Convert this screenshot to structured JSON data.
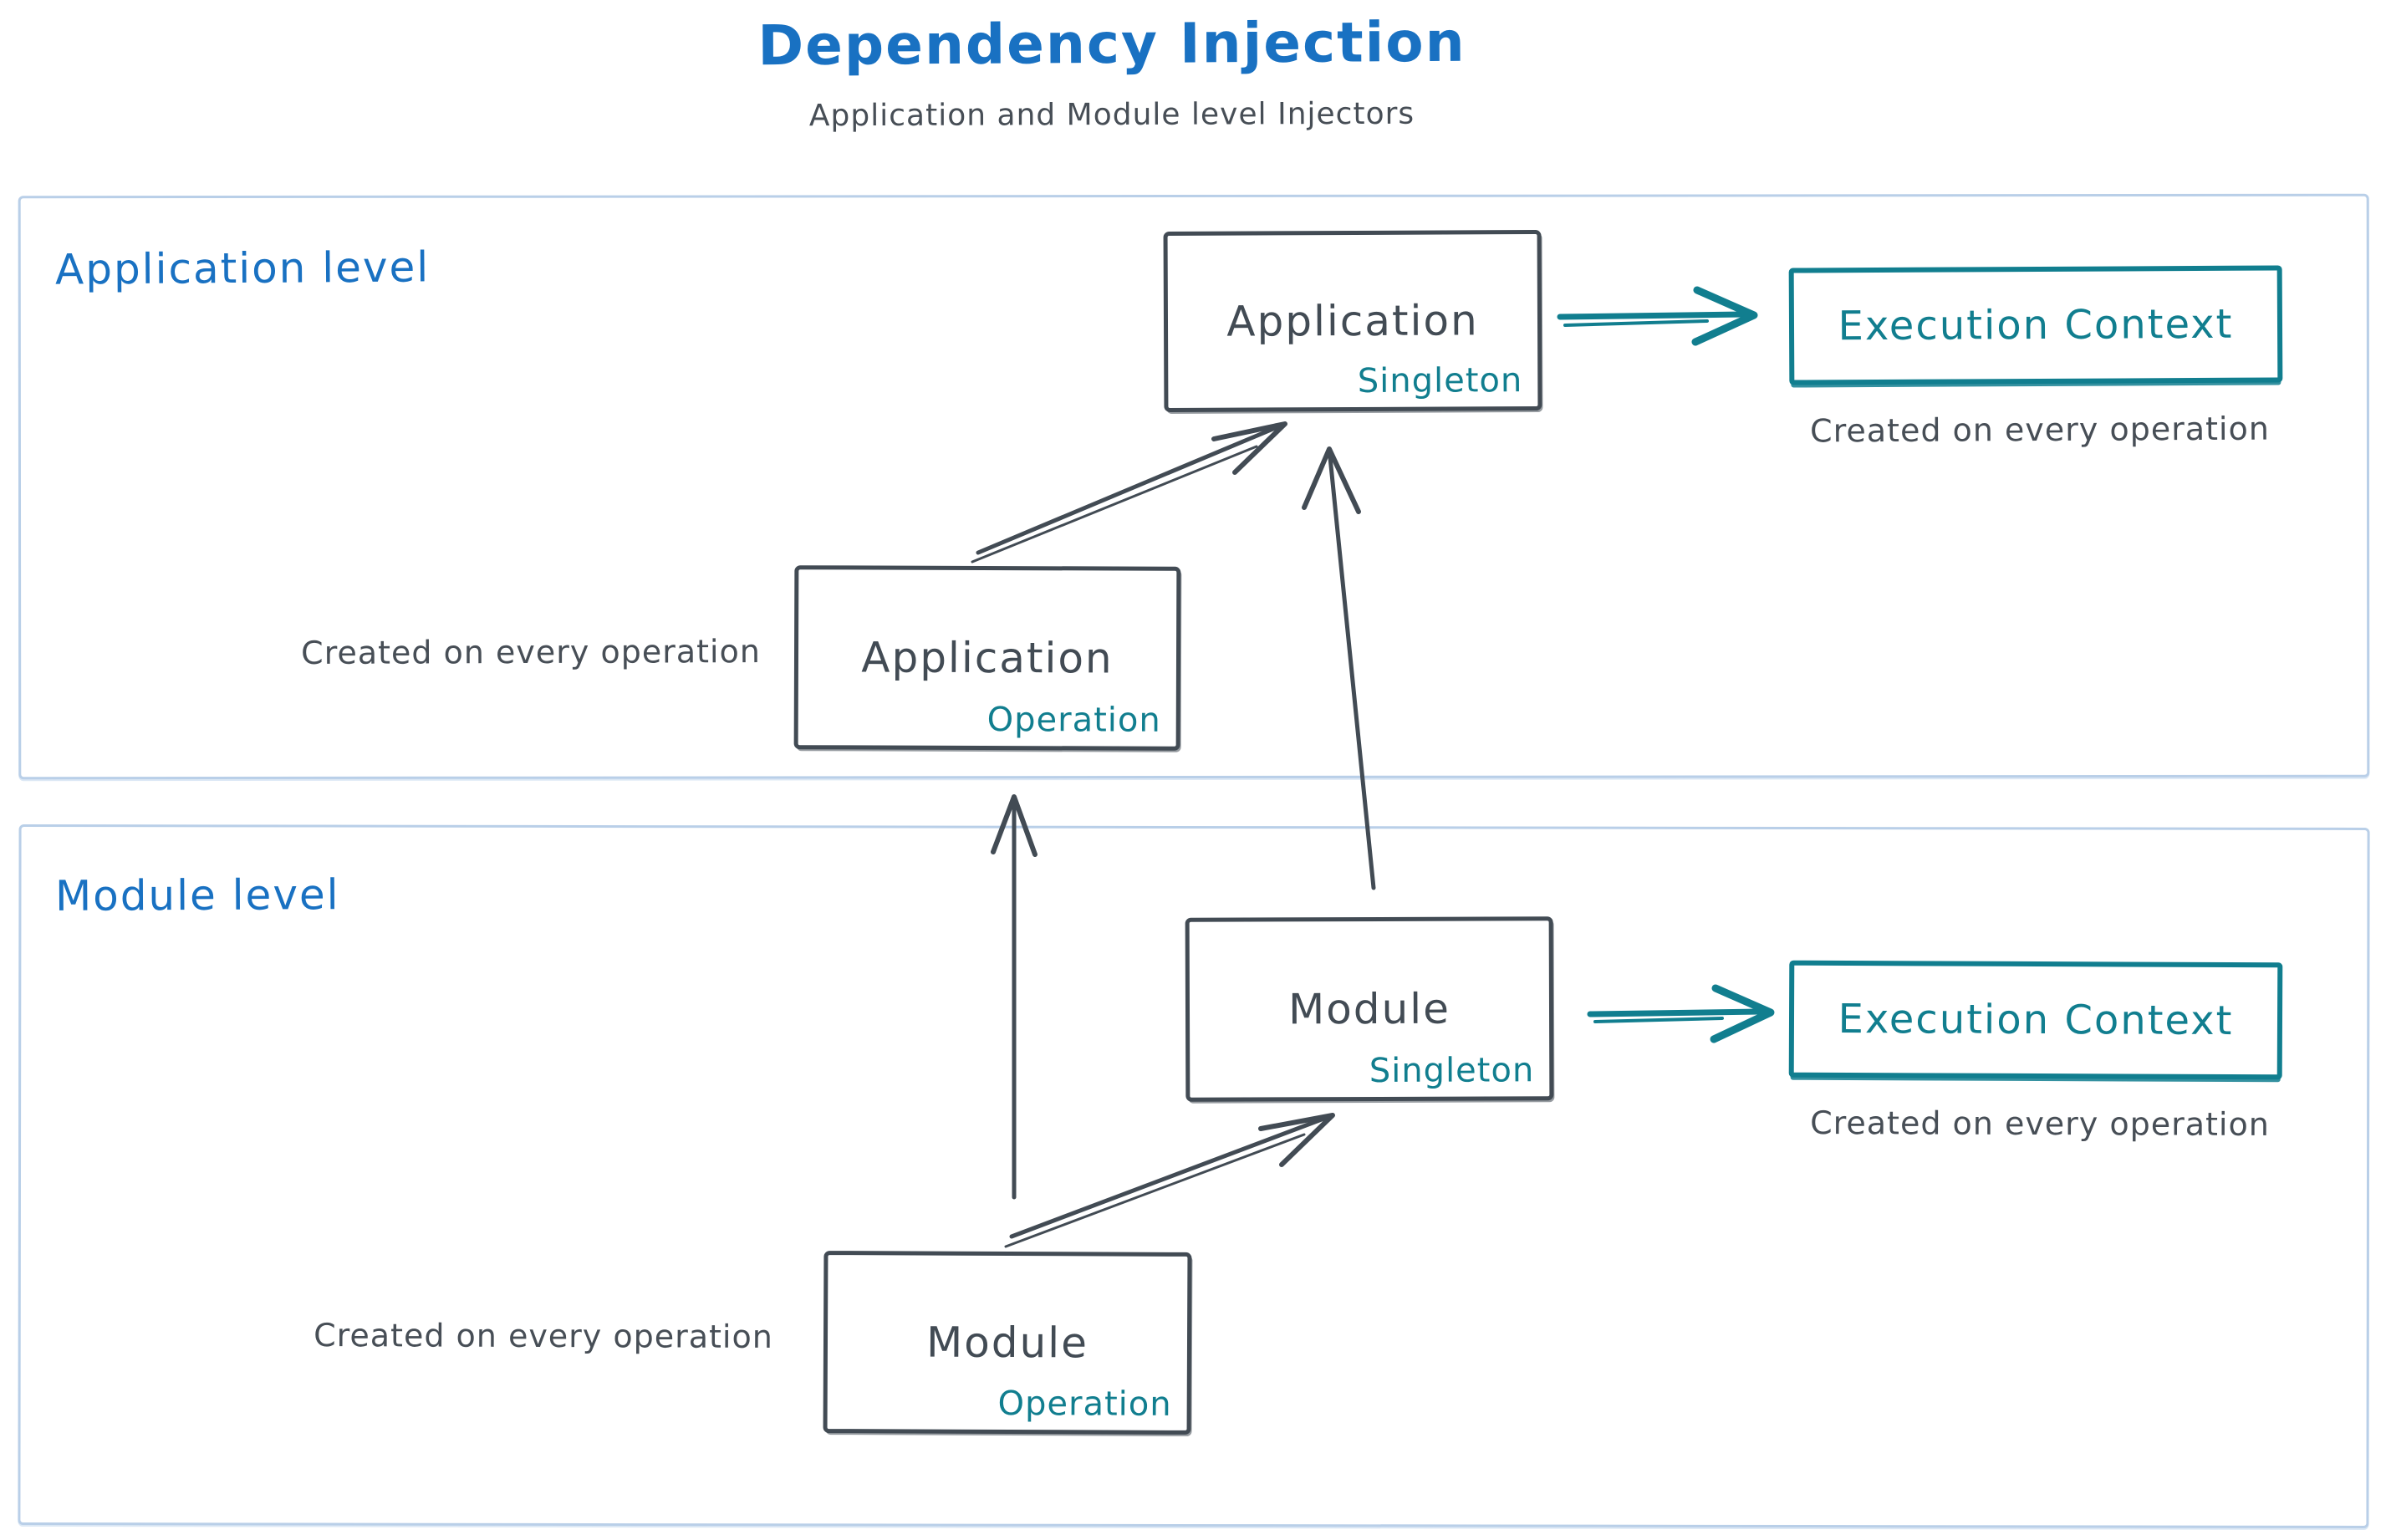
{
  "header": {
    "title": "Dependency Injection",
    "subtitle": "Application and Module level Injectors"
  },
  "colors": {
    "blue": "#1971c2",
    "teal": "#117e8f",
    "dark": "#424b54",
    "section_border": "#b9cfe8",
    "caption": "#474e56",
    "background": "#ffffff"
  },
  "sections": {
    "app": {
      "label": "Application level"
    },
    "module": {
      "label": "Module level"
    }
  },
  "nodes": {
    "app_singleton": {
      "title": "Application",
      "sublabel": "Singleton"
    },
    "app_operation": {
      "title": "Application",
      "sublabel": "Operation"
    },
    "module_singleton": {
      "title": "Module",
      "sublabel": "Singleton"
    },
    "module_operation": {
      "title": "Module",
      "sublabel": "Operation"
    },
    "exec_context_app": {
      "title": "Execution Context"
    },
    "exec_context_module": {
      "title": "Execution Context"
    }
  },
  "captions": {
    "app_exec": "Created on every operation",
    "app_operation": "Created on every operation",
    "module_exec": "Created on every operation",
    "module_operation": "Created on every operation"
  }
}
